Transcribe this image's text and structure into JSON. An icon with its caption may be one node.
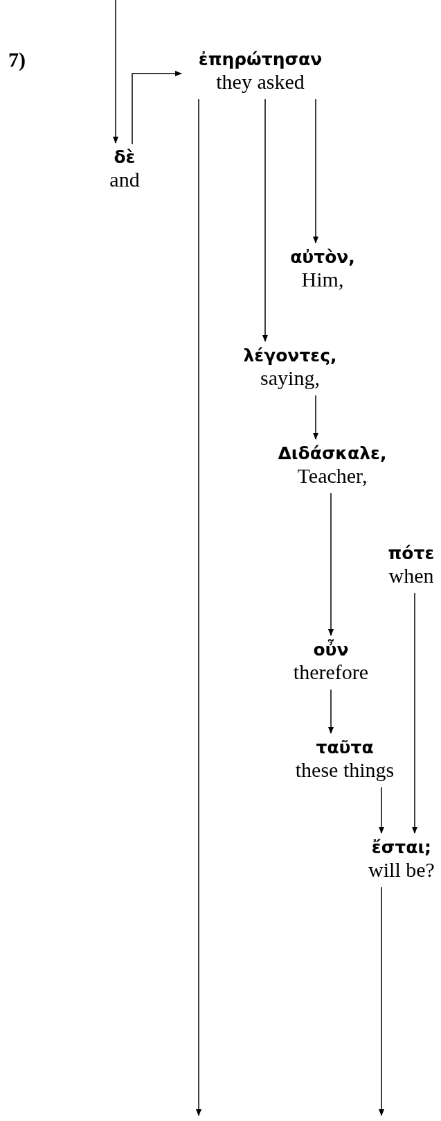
{
  "diagram": {
    "nodes": [
      {
        "text": [
          "ἐπηρώτησαν",
          "they asked"
        ]
      },
      {
        "text": [
          "δὲ",
          "and"
        ]
      },
      {
        "text": [
          "αὐτὸν,",
          "Him,"
        ]
      },
      {
        "text": [
          "λέγοντες,",
          "saying,"
        ]
      },
      {
        "text": [
          "Διδάσκαλε,",
          "Teacher,"
        ]
      },
      {
        "text": [
          "πότε",
          "when"
        ]
      },
      {
        "text": [
          "οὖν",
          "therefore"
        ]
      },
      {
        "text": [
          "ταῦτα",
          "these things"
        ]
      },
      {
        "text": [
          "ἔσται;",
          "will be?"
        ]
      }
    ],
    "edges": [
      {
        "from": null,
        "to": 1,
        "arrow": "to"
      },
      {
        "from": 1,
        "to": 0,
        "arrow": "to"
      },
      {
        "from": 0,
        "to": null,
        "arrow": "to"
      },
      {
        "from": 0,
        "to": 3,
        "arrow": "to"
      },
      {
        "from": 0,
        "to": 2,
        "arrow": "to"
      },
      {
        "from": 3,
        "to": 4,
        "arrow": "to"
      },
      {
        "from": 4,
        "to": 6,
        "arrow": "to"
      },
      {
        "from": 5,
        "to": 8,
        "arrow": "to"
      },
      {
        "from": 6,
        "to": 7,
        "arrow": "to"
      },
      {
        "from": 7,
        "to": 8,
        "arrow": "to"
      },
      {
        "from": 8,
        "to": null,
        "arrow": "to"
      }
    ],
    "labels": [
      "7)"
    ]
  }
}
